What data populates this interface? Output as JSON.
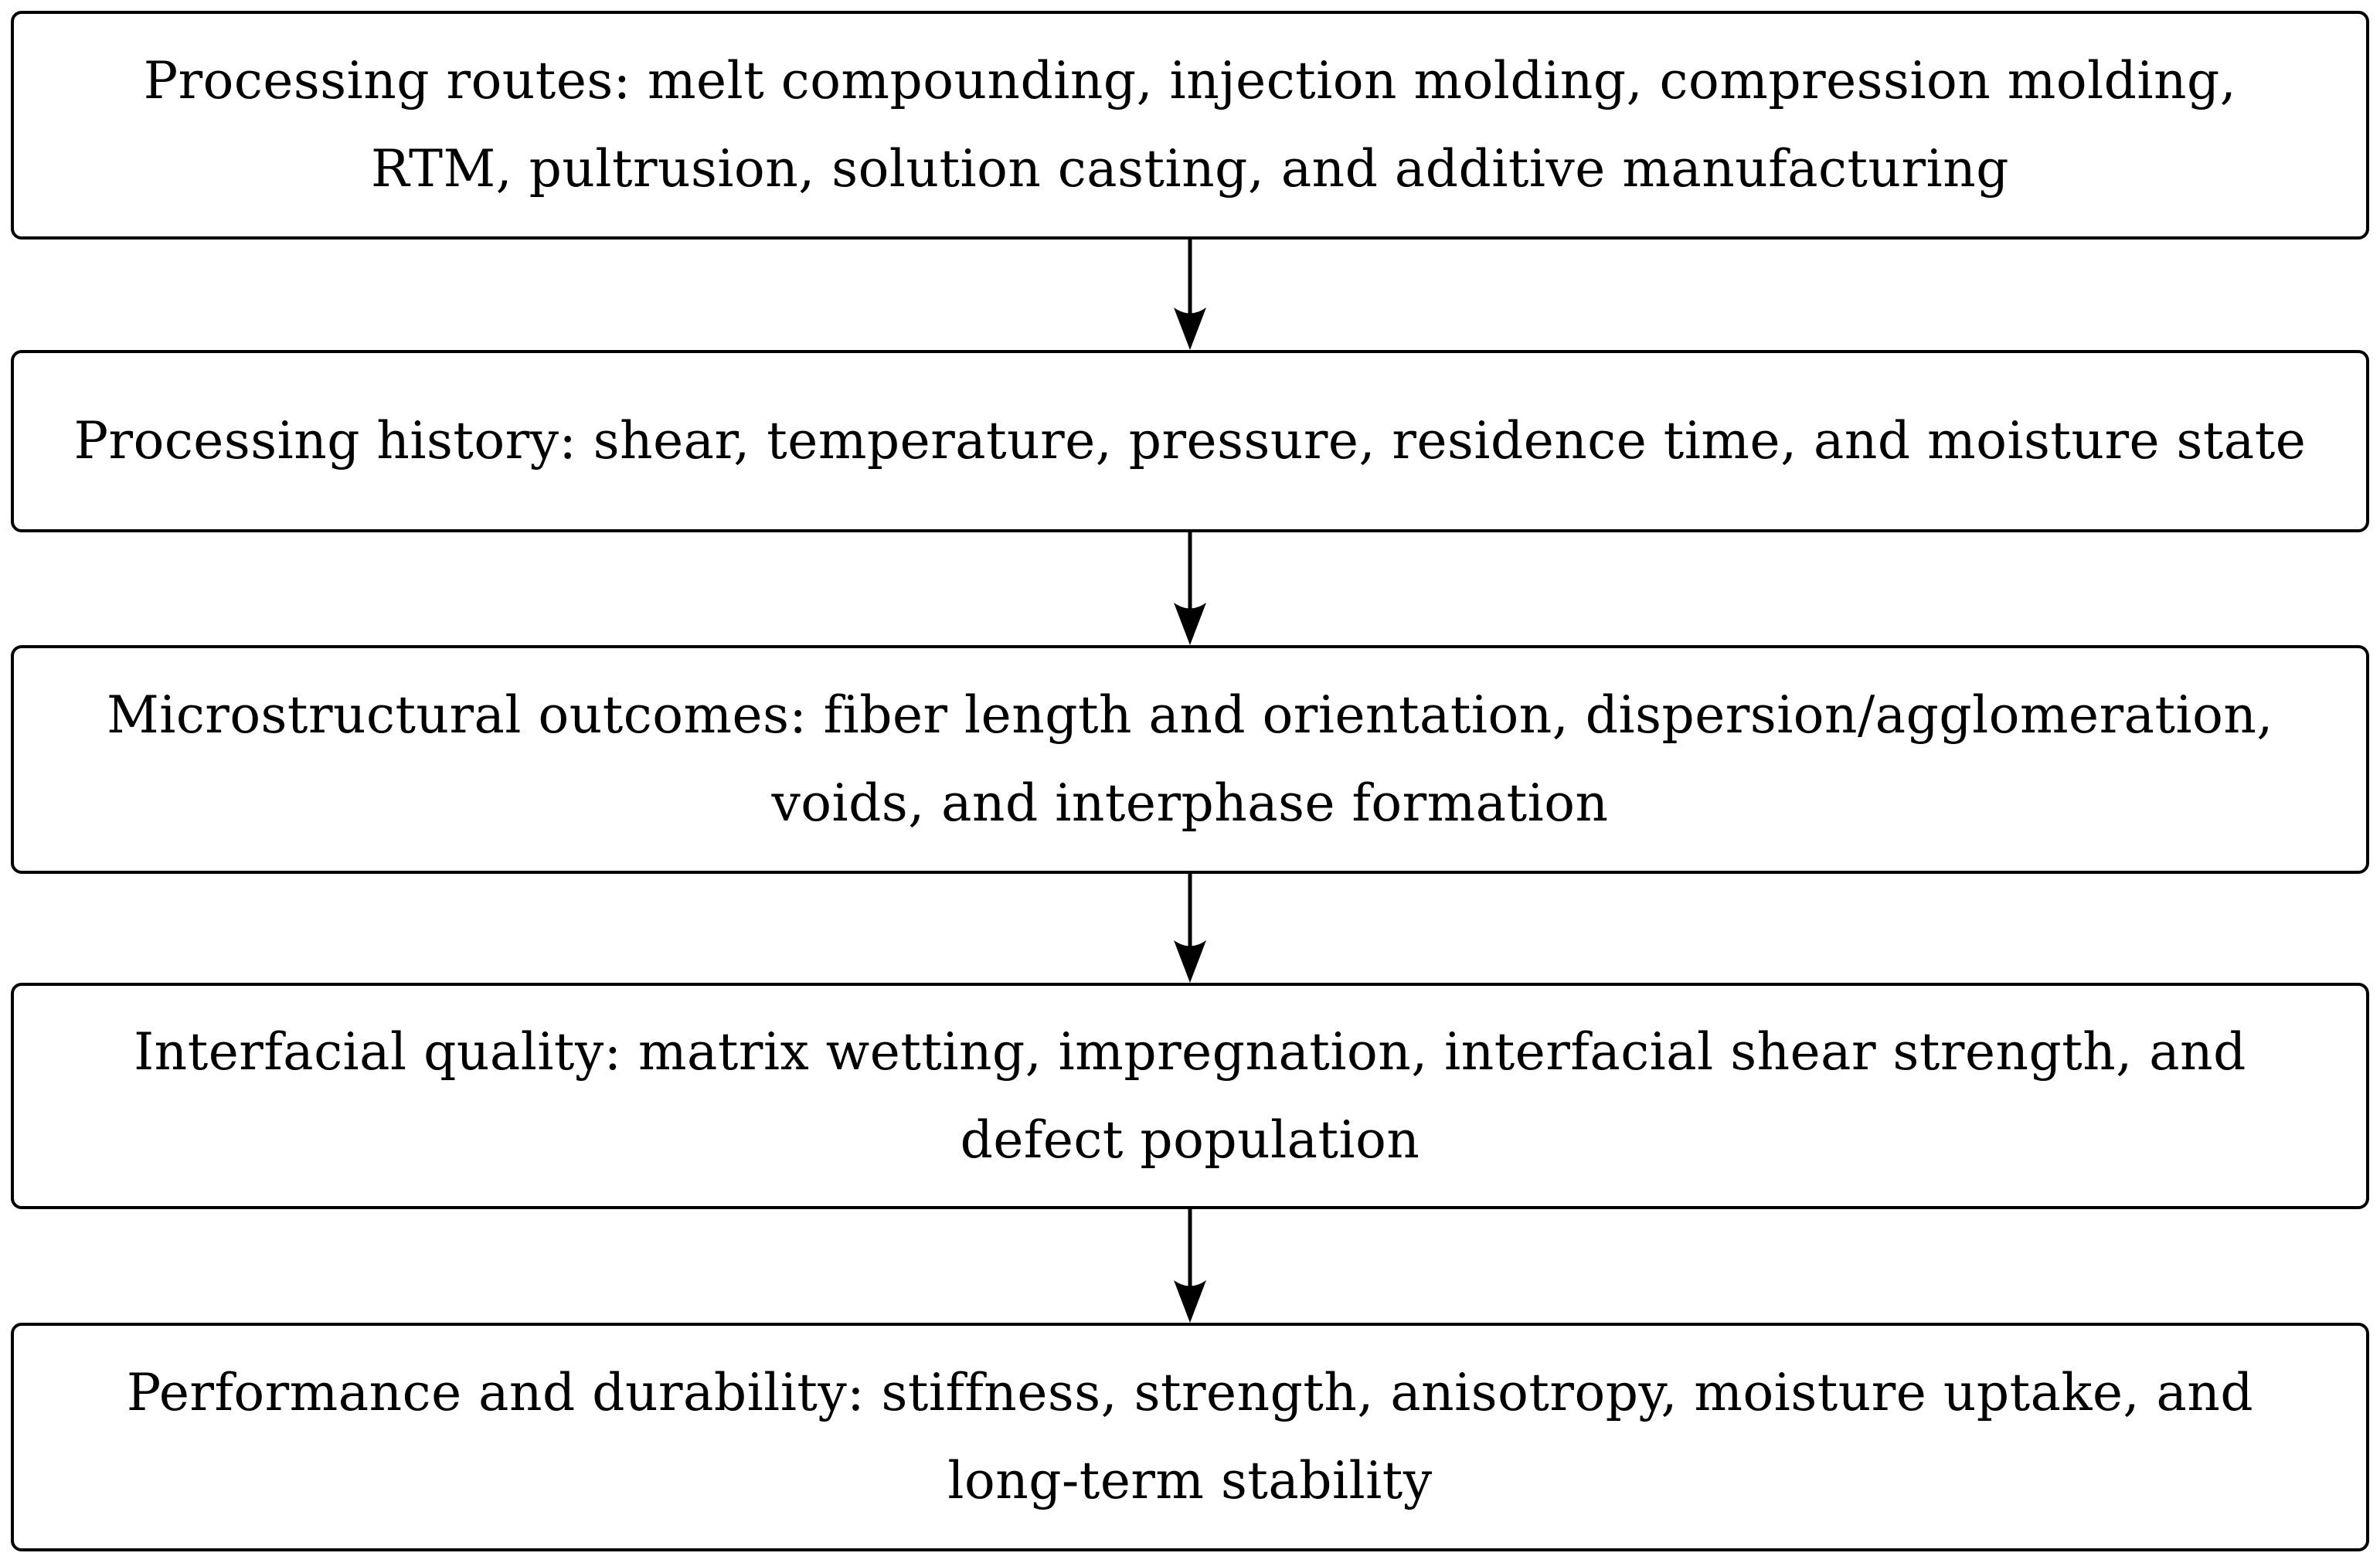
{
  "diagram": {
    "type": "flowchart",
    "direction": "top-down",
    "background_color": "#ffffff",
    "box_border_color": "#000000",
    "text_color": "#000000",
    "arrow_color": "#000000",
    "nodes": [
      {
        "id": "processing-routes",
        "lines": [
          "Processing routes: melt compounding, injection molding, compression molding,",
          "RTM, pultrusion, solution casting, and additive manufacturing"
        ]
      },
      {
        "id": "processing-history",
        "lines": [
          "Processing history: shear, temperature, pressure, residence time, and moisture state"
        ]
      },
      {
        "id": "microstructural-outcomes",
        "lines": [
          "Microstructural outcomes: fiber length and orientation, dispersion/agglomeration,",
          "voids, and interphase formation"
        ]
      },
      {
        "id": "interfacial-quality",
        "lines": [
          "Interfacial quality: matrix wetting, impregnation, interfacial shear strength, and",
          "defect population"
        ]
      },
      {
        "id": "performance-durability",
        "lines": [
          "Performance and durability: stiffness, strength, anisotropy, moisture uptake, and",
          "long-term stability"
        ]
      }
    ],
    "edges": [
      {
        "from": "processing-routes",
        "to": "processing-history"
      },
      {
        "from": "processing-history",
        "to": "microstructural-outcomes"
      },
      {
        "from": "microstructural-outcomes",
        "to": "interfacial-quality"
      },
      {
        "from": "interfacial-quality",
        "to": "performance-durability"
      }
    ]
  }
}
